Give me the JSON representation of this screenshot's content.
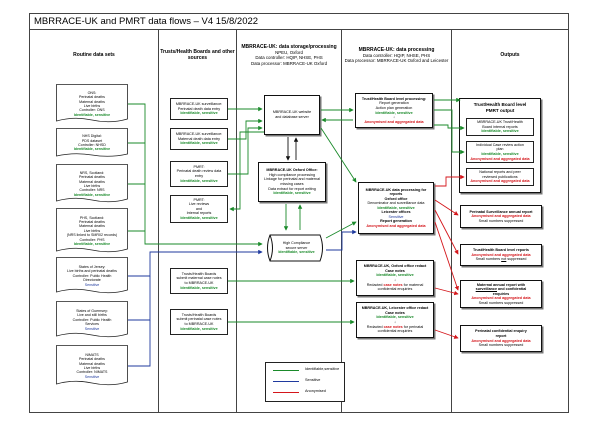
{
  "title": "MBRRACE-UK and PMRT data flows – V4 15/8/2022",
  "colors": {
    "identifiable": "#1a8a2a",
    "sensitive": "#1f3a9e",
    "anonymised": "#d4161b"
  },
  "columns": {
    "c1": {
      "title": "Routine data sets"
    },
    "c2": {
      "title": "Trusts/Health Boards and other sources"
    },
    "c3": {
      "title": "MBRRACE-UK: data storage/processing",
      "l1": "NPEU, Oxford",
      "l2": "Data controller: HQIP, NHSE, PHS",
      "l3": "Data processor: MBRRACE-UK Oxford"
    },
    "c4": {
      "title": "MBRRACE-UK: data processing",
      "l1": "Data controller: HQIP, NHSE, PHS",
      "l2": "Data processor: MBRRACE-UK Oxford and Leicester"
    },
    "c5": {
      "title": "Outputs"
    }
  },
  "routine": [
    {
      "lines": [
        "ONS:",
        "Perinatal deaths",
        "Maternal deaths",
        "Live births",
        "Controller: ONS"
      ],
      "tag": "Identifiable, sensitive"
    },
    {
      "lines": [
        "NHS Digital:",
        "PDS dataset",
        "Controller: NHSD"
      ],
      "tag": "Identifiable, sensitive"
    },
    {
      "lines": [
        "NRS, Scotland:",
        "Perinatal deaths",
        "Maternal deaths",
        "Live births",
        "Controller: NRS"
      ],
      "tag": "Identifiable, sensitive"
    },
    {
      "lines": [
        "PHS, Scotland:",
        "Perinatal deaths",
        "Maternal deaths",
        "Live births",
        "(NRS linked to SMR02 records)",
        "Controller: PHS"
      ],
      "tag": "Identifiable, sensitive"
    },
    {
      "lines": [
        "States of Jersey:",
        "Live births and perinatal deaths",
        "Controller: Public Health",
        "Directorate"
      ],
      "tag": "Sensitive"
    },
    {
      "lines": [
        "States of Guernsey:",
        "Live and still births",
        "Controller: Public Health",
        "Services"
      ],
      "tag": "Sensitive"
    },
    {
      "lines": [
        "NIMATS",
        "Perinatal deaths",
        "Maternal deaths",
        "Live births",
        "Controller: NIMATS"
      ],
      "tag": "Sensitive"
    }
  ],
  "sources": [
    {
      "lines": [
        "MBRRACE-UK surveillance:",
        "Perinatal death data entry"
      ],
      "tag": "Identifiable, sensitive"
    },
    {
      "lines": [
        "MBRRACE-UK surveillance:",
        "Maternal death data entry"
      ],
      "tag": "Identifiable, sensitive"
    },
    {
      "lines": [
        "PMRT:",
        "Perinatal death review data",
        "entry"
      ],
      "tag": "Identifiable, sensitive"
    },
    {
      "lines": [
        "PMRT:",
        "Live reviews",
        "and",
        "Internal reports"
      ],
      "tag": "Identifiable, sensitive"
    },
    {
      "lines": [
        "Trusts/Health Boards",
        "submit maternal case notes",
        "to MBRRACE-UK"
      ],
      "tag": "Identifiable, sensitive"
    },
    {
      "lines": [
        "Trusts/Health Boards",
        "submit perinatal case notes",
        "to MBRRACE-UK"
      ],
      "tag": "Identifiable, sensitive"
    }
  ],
  "storage": {
    "website": {
      "lines": [
        "MBRRACE-UK website",
        "and database server"
      ]
    },
    "oxford": {
      "title": "MBRRACE-UK Oxford Office:",
      "lines": [
        "High compliance processing",
        "Linkage for perinatal and maternal",
        "missing cases",
        "Data extract for report writing"
      ],
      "tag": "Identifiable, sensitive"
    },
    "server": {
      "lines": [
        "High Compliance",
        "secure server"
      ],
      "tag": "Identifiable, sensitive"
    }
  },
  "processing": {
    "trust": {
      "title": "Trust/Health Board level processing:",
      "lines": [
        "Report generation",
        "Action plan generation"
      ],
      "tag1": "Identifiable, sensitive",
      "tag2": "Anonymised and aggregated data"
    },
    "reports": {
      "title": "MBRRACE-UK data processing for reports",
      "sub1": "Oxford office",
      "l1": "Denominator and surveillance data",
      "tag1": "Identifiable, sensitive",
      "sub2": "Leicester offices",
      "tag2": "Sensitive",
      "sub3": "Report generation",
      "tag3": "Anonymised and aggregated data"
    },
    "oxfordRedact": {
      "title": "MBRRACE-UK, Oxford office redact",
      "l1": "Case notes",
      "tag1": "Identifiable, sensitive",
      "l2a": "Redacted",
      "l2b": "case notes",
      "l2c": "for maternal",
      "l3": "confidential enquiries"
    },
    "leicesterRedact": {
      "title": "MBRRACE-UK, Leicester office redact",
      "l1": "Case notes",
      "tag1": "Identifiable, sensitive",
      "l2a": "Redacted",
      "l2b": "case notes",
      "l2c": "for perinatal",
      "l3": "confidential enquiries"
    }
  },
  "outputs": {
    "header": [
      "Trust/Health Board level",
      "PMRT output"
    ],
    "o1": {
      "lines": [
        "MBRRACE-UK Trust/Health",
        "Board internal reports"
      ],
      "tag": "Identifiable, sensitive"
    },
    "o2": {
      "lines": [
        "Individual Case review action",
        "plan"
      ],
      "tag1": "Identifiable, sensitive",
      "tag2": "Anonymised and aggregated data"
    },
    "o3": {
      "lines": [
        "National reports and peer",
        "reviewed publications"
      ],
      "tag": "Anonymised and aggregated data"
    },
    "o4": {
      "title": "Perinatal Surveillance annual report",
      "tag": "Anonymised and aggregated data",
      "note": "Small numbers suppressed"
    },
    "o5": {
      "title": "Trust/Health Board level reports",
      "tag": "Anonymised and aggregated data",
      "note_a": "Small numbers",
      "note_b": "not",
      "note_c": "suppressed"
    },
    "o6": {
      "title1": "Maternal annual report with",
      "title2": "surveillance",
      "title3": "and confidential",
      "title4": "enquiries",
      "tag": "Anonymised and aggregated data",
      "note": "Small numbers suppressed"
    },
    "o7": {
      "title1": "Perinatal confidential enquiry",
      "title2": "report",
      "tag": "Anonymised and aggregated data",
      "note": "Small numbers suppressed"
    }
  },
  "legend": {
    "identifiable": "Identifiable,sensitive",
    "sensitive": "Sensitive",
    "anonymised": "Anonymised"
  },
  "icons": {
    "arrow": "arrow-icon",
    "down": "arrow-down-icon"
  }
}
